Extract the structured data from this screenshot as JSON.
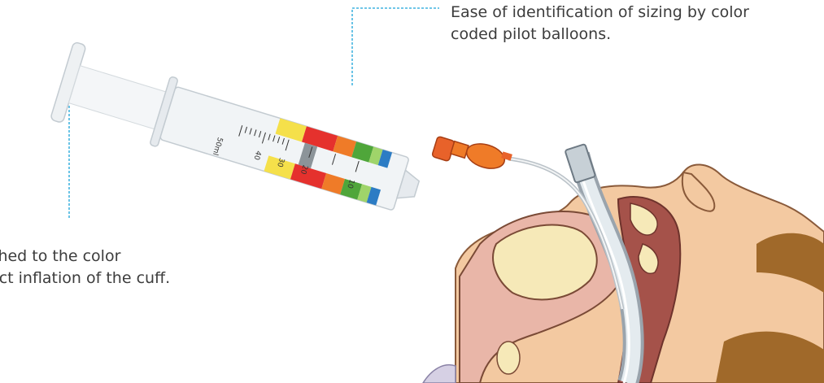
{
  "colors": {
    "callout_line": "#1aa3d9",
    "callout_text": "#3c3c3c",
    "yellow": "#f5e04a",
    "red": "#e5312d",
    "orange": "#ef7b28",
    "green": "#4fa63a",
    "blue": "#2c7cc4",
    "skin": "#f3c9a1",
    "tissue_pink": "#e9b6a8",
    "tissue_dark": "#a5524a",
    "cartilage": "#f6e9b8"
  },
  "annotations": {
    "top": {
      "line1": "Ease of identification of sizing by color",
      "line2": "coded pilot balloons."
    },
    "left": {
      "line1": "ched to the color",
      "line2": "ect inflation of the cuff."
    }
  },
  "syringe": {
    "volume_label": "50ml",
    "scale_marks": [
      "40",
      "30",
      "20",
      "10"
    ]
  },
  "icons": {
    "syringe": "syringe-icon",
    "pilot_balloon": "pilot-balloon-icon",
    "tube": "endotracheal-tube-icon",
    "head": "patient-head-cross-section-icon"
  }
}
